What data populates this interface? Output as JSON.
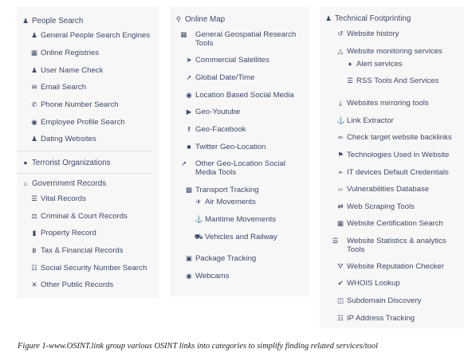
{
  "col1": {
    "people_search": "People Search",
    "general_people": "General People Search Engines",
    "online_registries": "Online Registries",
    "user_name_check": "User Name Check",
    "email_search": "Email Search",
    "phone_search": "Phone Number Search",
    "employee_search": "Employee Profile Search",
    "dating": "Dating Websites",
    "terrorist": "Terrorist Organizations",
    "government": "Government Records",
    "vital": "Vital Records",
    "criminal": "Criminal & Court Records",
    "property": "Property Record",
    "tax": "Tax & Financial Records",
    "ssn": "Social Security Number Search",
    "other_public": "Other Public Records"
  },
  "col2": {
    "online_map": "Online Map",
    "general_geo": "General Geospatial Research Tools",
    "commercial_sat": "Commercial Satellites",
    "global_date": "Global Date/Time",
    "location_social": "Location Based Social Media",
    "geo_youtube": "Geo-Youtube",
    "geo_facebook": "Geo-Facebook",
    "twitter_geo": "Twitter Geo-Location",
    "other_geo": "Other Geo-Location Social Media Tools",
    "transport": "Transport Tracking",
    "air": "Air Movements",
    "maritime": "Maritime Movements",
    "vehicles": "Vehicles and Railway",
    "package": "Package Tracking",
    "webcams": "Webcams"
  },
  "col3": {
    "technical": "Technical Footprinting",
    "website_history": "Website history",
    "monitoring": "Website monitoring services",
    "alert": "Alert services",
    "rss": "RSS Tools And Services",
    "mirroring": "Websites mirroring tools",
    "link_extractor": "Link Extractor",
    "backlinks": "Check target website backlinks",
    "technologies": "Technologies Used in Website",
    "it_devices": "IT devices Default Credentials",
    "vuln_db": "Vulnerabilities Database",
    "scraping": "Web Scraping Tools",
    "cert_search": "Website Certification Search",
    "statistics": "Website Statistics & analytics Tools",
    "reputation": "Website Reputation Checker",
    "whois": "WHOIS Lookup",
    "subdomain": "Subdomain Discovery",
    "ip_tracking": "IP Address Tracking"
  },
  "caption": "Figure 1-www.OSINT.link group various OSINT links into categories to simplify finding related services/tool"
}
